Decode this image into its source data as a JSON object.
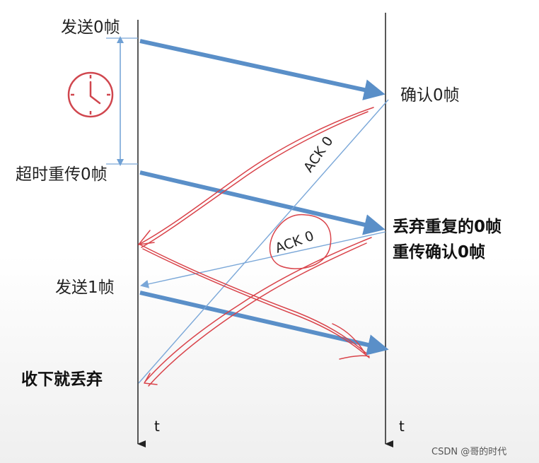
{
  "left_labels": {
    "send_frame0": "发送0帧",
    "timeout_resend_frame0": "超时重传0帧",
    "send_frame1": "发送1帧",
    "accept_and_discard": "收下就丢弃"
  },
  "right_labels": {
    "ack_frame0": "确认0帧",
    "discard_duplicate_frame0": "丢弃重复的0帧",
    "resend_ack_frame0": "重传确认0帧"
  },
  "ack_labels": {
    "first_ack": "ACK 0",
    "second_ack": "ACK 0"
  },
  "axis": {
    "left_time": "t",
    "right_time": "t"
  },
  "watermark": "CSDN @哥的时代",
  "colors": {
    "frame_arrow": "#5a8fc8",
    "ack_line": "#7aa7d8",
    "annotation_red": "#d9434a",
    "timeline": "#222222"
  },
  "icons": {
    "timer": "clock-icon"
  }
}
